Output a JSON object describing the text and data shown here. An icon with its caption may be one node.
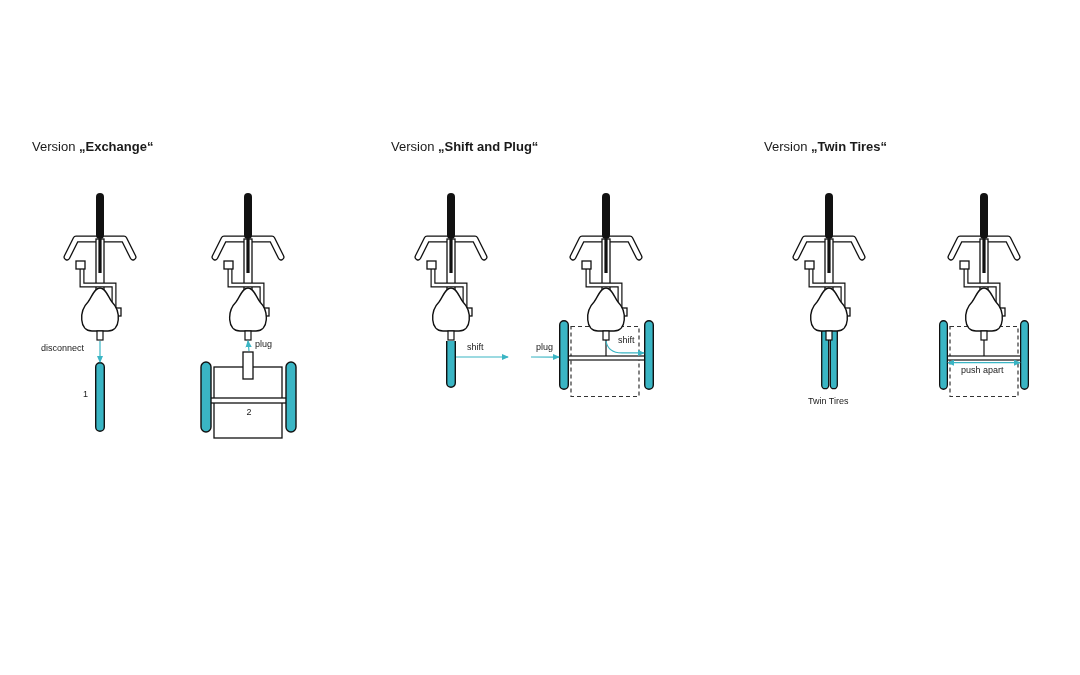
{
  "diagram": {
    "nodes": [
      {
        "text": [],
        "shape": "picture"
      },
      {
        "text": [],
        "shape": "bar",
        "beside": [
          "1"
        ]
      },
      {
        "text": [],
        "shape": "picture"
      },
      {
        "text": [
          "2"
        ]
      },
      {
        "text": [],
        "shape": "picture"
      },
      {
        "text": [],
        "shape": "bar"
      },
      {
        "text": [],
        "shape": "picture"
      },
      {
        "text": [],
        "shape": "bar"
      },
      {
        "text": [],
        "shape": "bar"
      },
      {
        "text": [],
        "shape": "picture"
      },
      {
        "text": [],
        "shape": "picture"
      },
      {
        "text": [],
        "shape": "bar"
      },
      {
        "text": [],
        "shape": "bar"
      }
    ],
    "edges": [
      {
        "from": 0,
        "to": 1,
        "arrow": "to",
        "label": "disconnect"
      },
      {
        "from": 3,
        "to": 2,
        "arrow": "to",
        "label": "plug"
      },
      {
        "from": 5,
        "to": null,
        "arrow": "to",
        "label": "shift"
      },
      {
        "from": null,
        "to": 7,
        "arrow": "to",
        "label": "plug"
      },
      {
        "from": 6,
        "to": 8,
        "arrow": "to",
        "label": "shift"
      },
      {
        "from": 11,
        "to": 12,
        "arrow": "both",
        "label": "push apart"
      }
    ],
    "labels": [
      "Version **„Exchange“**",
      "Version **„Shift and Plug“**",
      "Version **„Twin Tires“**",
      "Twin Tires"
    ]
  }
}
